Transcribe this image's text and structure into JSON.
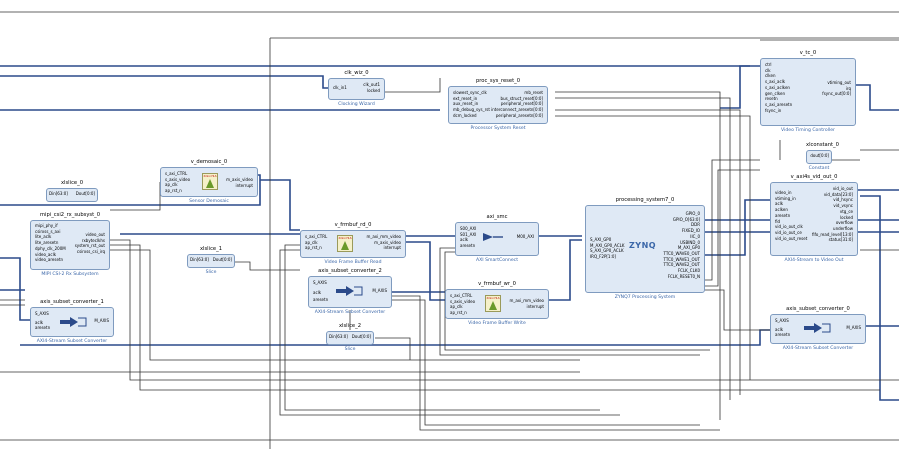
{
  "blocks": {
    "clk_wiz": {
      "instance": "clk_wiz_0",
      "subtitle": "Clocking Wizard",
      "left": [
        "clk_in1"
      ],
      "right": [
        "clk_out1",
        "locked"
      ]
    },
    "proc_sys_reset": {
      "instance": "proc_sys_reset_0",
      "subtitle": "Processor System Reset",
      "left": [
        "slowest_sync_clk",
        "ext_reset_in",
        "aux_reset_in",
        "mb_debug_sys_rst",
        "dcm_locked"
      ],
      "right": [
        "mb_reset",
        "bus_struct_reset[0:0]",
        "peripheral_reset[0:0]",
        "interconnect_aresetn[0:0]",
        "peripheral_aresetn[0:0]"
      ]
    },
    "v_tc": {
      "instance": "v_tc_0",
      "subtitle": "Video Timing Controller",
      "left": [
        "ctrl",
        "clk",
        "clken",
        "s_axi_aclk",
        "s_axi_aclken",
        "gen_clken",
        "resetn",
        "s_axi_aresetn",
        "fsync_in"
      ],
      "right": [
        "vtiming_out",
        "irq",
        "fsync_out[0:0]"
      ]
    },
    "xlconstant": {
      "instance": "xlconstant_0",
      "subtitle": "Constant",
      "right": [
        "dout[0:0]"
      ]
    },
    "v_axi4s_vid_out": {
      "instance": "v_axi4s_vid_out_0",
      "subtitle": "AXI4-Stream to Video Out",
      "left": [
        "video_in",
        "vtiming_in",
        "aclk",
        "aclken",
        "aresetn",
        "fid",
        "vid_io_out_clk",
        "vid_io_out_ce",
        "vid_io_out_reset"
      ],
      "right": [
        "vid_io_out",
        "vid_data[23:0]",
        "vid_hsync",
        "vid_vsync",
        "vtg_ce",
        "locked",
        "overflow",
        "underflow",
        "fifo_read_level[13:0]",
        "status[31:0]"
      ]
    },
    "v_demosaic": {
      "instance": "v_demosaic_0",
      "subtitle": "Sensor Demosaic",
      "left": [
        "s_axi_CTRL",
        "s_axis_video",
        "ap_clk",
        "ap_rst_n"
      ],
      "right": [
        "m_axis_video",
        "interrupt"
      ]
    },
    "xlslice_0": {
      "instance": "xlslice_0",
      "subtitle": "Slice",
      "left": [
        "Din[63:0]"
      ],
      "right": [
        "Dout[0:0]"
      ]
    },
    "mipi": {
      "instance": "mipi_csi2_rx_subsyst_0",
      "subtitle": "MIPI CSI-2 Rx Subsystem",
      "left": [
        "mipi_phy_if",
        "csirxss_s_axi",
        "lite_aclk",
        "lite_aresetn",
        "dphy_clk_200M",
        "video_aclk",
        "video_aresetn"
      ],
      "right": [
        "video_out",
        "rxbyteclkhs",
        "system_rst_out",
        "csirxss_csi_irq"
      ]
    },
    "xlslice_1": {
      "instance": "xlslice_1",
      "subtitle": "Slice",
      "left": [
        "Din[63:0]"
      ],
      "right": [
        "Dout[0:0]"
      ]
    },
    "frmbuf_rd": {
      "instance": "v_frmbuf_rd_0",
      "subtitle": "Video Frame Buffer Read",
      "left": [
        "s_axi_CTRL",
        "ap_clk",
        "ap_rst_n"
      ],
      "right": [
        "m_axi_mm_video",
        "m_axis_video",
        "interrupt"
      ]
    },
    "axi_smc": {
      "instance": "axi_smc",
      "subtitle": "AXI SmartConnect",
      "left": [
        "S00_AXI",
        "S01_AXI",
        "aclk",
        "aresetn"
      ],
      "right": [
        "M00_AXI"
      ]
    },
    "ps7": {
      "instance": "processing_system7_0",
      "subtitle": "ZYNQ7 Processing System",
      "left": [
        "S_AXI_GP0",
        "M_AXI_GP0_ACLK",
        "S_AXI_GP0_ACLK",
        "IRQ_F2P[1:0]"
      ],
      "right": [
        "GPIO_0",
        "GPIO_O[63:0]",
        "DDR",
        "FIXED_IO",
        "IIC_0",
        "USBIND_0",
        "M_AXI_GP0",
        "TTC0_WAVE0_OUT",
        "TTC0_WAVE1_OUT",
        "TTC0_WAVE2_OUT",
        "FCLK_CLK0",
        "FCLK_RESET0_N"
      ],
      "brand": "ZYNQ"
    },
    "subset2": {
      "instance": "axis_subset_converter_2",
      "subtitle": "AXI4-Stream Subset Converter",
      "left": [
        "S_AXIS",
        "aclk",
        "aresetn"
      ],
      "right": [
        "M_AXIS"
      ]
    },
    "subset1": {
      "instance": "axis_subset_converter_1",
      "subtitle": "AXI4-Stream Subset Converter",
      "left": [
        "S_AXIS",
        "aclk",
        "aresetn"
      ],
      "right": [
        "M_AXIS"
      ]
    },
    "frmbuf_wr": {
      "instance": "v_frmbuf_wr_0",
      "subtitle": "Video Frame Buffer Write",
      "left": [
        "s_axi_CTRL",
        "s_axis_video",
        "ap_clk",
        "ap_rst_n"
      ],
      "right": [
        "m_axi_mm_video",
        "interrupt"
      ]
    },
    "subset0": {
      "instance": "axis_subset_converter_0",
      "subtitle": "AXI4-Stream Subset Converter",
      "left": [
        "S_AXIS",
        "aclk",
        "aresetn"
      ],
      "right": [
        "M_AXIS"
      ]
    },
    "xlslice_2": {
      "instance": "xlslice_2",
      "subtitle": "Slice",
      "left": [
        "Din[63:0]"
      ],
      "right": [
        "Dout[0:0]"
      ]
    }
  },
  "hls_logo_text": "Xilinx HLS",
  "colors": {
    "block_fill": "#dfe9f5",
    "block_border": "#7f9bbf",
    "bus": "#2b4a8a",
    "wire": "#333333",
    "subtitle": "#3a66a8"
  }
}
